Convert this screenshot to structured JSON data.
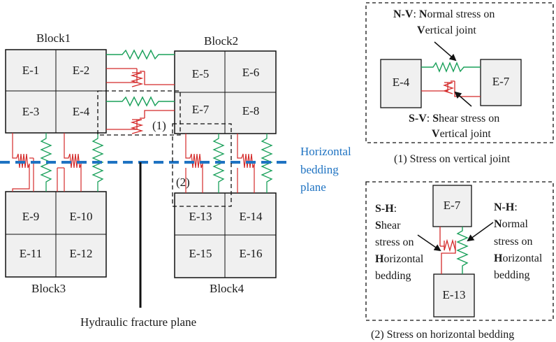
{
  "blocks": {
    "block1": "Block1",
    "block2": "Block2",
    "block3": "Block3",
    "block4": "Block4"
  },
  "elements": {
    "e1": "E-1",
    "e2": "E-2",
    "e3": "E-3",
    "e4": "E-4",
    "e5": "E-5",
    "e6": "E-6",
    "e7": "E-7",
    "e8": "E-8",
    "e9": "E-9",
    "e10": "E-10",
    "e11": "E-11",
    "e12": "E-12",
    "e13": "E-13",
    "e14": "E-14",
    "e15": "E-15",
    "e16": "E-16"
  },
  "markers": {
    "m1": "(1)",
    "m2": "(2)"
  },
  "bedding": {
    "line1": "Horizontal",
    "line2": "bedding",
    "line3": "plane"
  },
  "fracture_label": "Hydraulic fracture plane",
  "inset1": {
    "nv_abbr": "N-V",
    "nv_rest1": ": ",
    "nv_n": "N",
    "nv_rest2": "ormal stress on",
    "nv_v": "V",
    "nv_rest3": "ertical joint",
    "sv_abbr": "S-V",
    "sv_rest1": ": ",
    "sv_s": "S",
    "sv_rest2": "hear stress on",
    "sv_v": "V",
    "sv_rest3": "ertical joint",
    "left_box": "E-4",
    "right_box": "E-7",
    "caption": "(1) Stress on vertical joint"
  },
  "inset2": {
    "top_box": "E-7",
    "bottom_box": "E-13",
    "sh_abbr": "S-H",
    "sh_colon": ":",
    "sh_s": "S",
    "sh_l2": "hear",
    "sh_l3": "stress on",
    "sh_h": "H",
    "sh_l4": "orizontal",
    "sh_l5": "bedding",
    "nh_abbr": "N-H",
    "nh_colon": ":",
    "nh_n": "N",
    "nh_l2": "ormal",
    "nh_l3": "stress on",
    "nh_h": "H",
    "nh_l4": "orizontal",
    "nh_l5": "bedding",
    "caption": "(2) Stress on horizontal bedding"
  },
  "colors": {
    "normal_spring": "#1aa05a",
    "shear_spring": "#d42a2a",
    "bedding_line": "#1f73c2",
    "element_fill": "#f0f0f0"
  }
}
